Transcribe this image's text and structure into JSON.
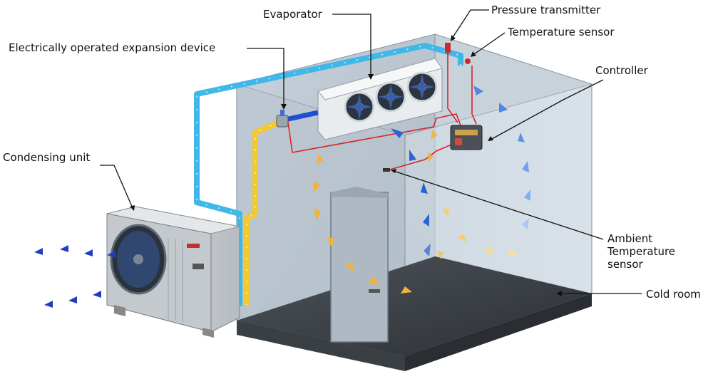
{
  "labels": {
    "pressure_transmitter": "Pressure transmitter",
    "evaporator": "Evaporator",
    "temperature_sensor": "Temperature sensor",
    "expansion_device": "Electrically operated expansion device",
    "controller": "Controller",
    "condensing_unit": "Condensing unit",
    "ambient_sensor": [
      "Ambient",
      "Temperature",
      "sensor"
    ],
    "cold_room": "Cold room"
  },
  "colors": {
    "suction_line": "#3fb8e8",
    "liquid_line": "#f2c92e",
    "signal_wire": "#d9232d",
    "cold_air": "#2a62d6",
    "warm_air": "#f0b43a",
    "hot_air_exhaust": "#1f3fbf"
  }
}
